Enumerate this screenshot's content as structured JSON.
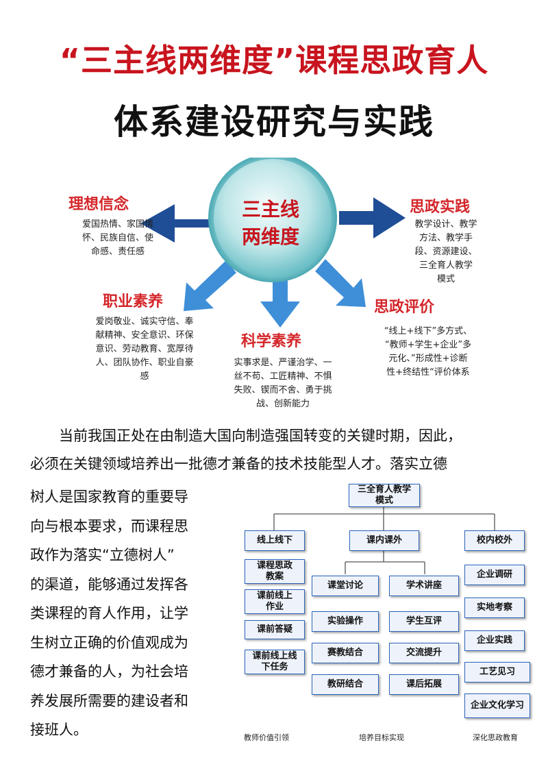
{
  "title": {
    "line1": "“三主线两维度”课程思政育人",
    "line2": "体系建设研究与实践"
  },
  "hub": {
    "center_line1": "三主线",
    "center_line2": "两维度",
    "nodes": [
      {
        "id": "lixiang",
        "title": "理想信念",
        "desc": [
          "爱国热情、家国情",
          "怀、民族自信、使",
          "命感、责任感"
        ]
      },
      {
        "id": "zhiye",
        "title": "职业素养",
        "desc": [
          "爱岗敬业、诚实守信、奉",
          "献精神、安全意识、环保",
          "意识、劳动教育、宽厚待",
          "人、团队协作、职业自豪",
          "感"
        ]
      },
      {
        "id": "kexue",
        "title": "科学素养",
        "desc": [
          "实事求是、严谨治学、一",
          "丝不苟、工匠精神、不惧",
          "失败、锲而不舍、勇于挑",
          "战、创新能力"
        ]
      },
      {
        "id": "shijian",
        "title": "思政实践",
        "desc": [
          "教学设计、教学",
          "方法、教学手",
          "段、资源建设、",
          "三全育人教学",
          "模式"
        ]
      },
      {
        "id": "pingjia",
        "title": "思政评价",
        "desc": [
          "“线上+线下”多方式、",
          "“教师+学生+企业”多",
          "元化、”形成性+诊断",
          "性+终结性“评价体系"
        ]
      }
    ],
    "colors": {
      "arrow_dark": "#1f4e96",
      "arrow_light": "#3f8fd8",
      "title": "#d4262a",
      "center_text": "#c8141e"
    }
  },
  "paragraph": {
    "full_lines": [
      "当前我国正处在由制造大国向制造强国转变的关键时期，因此，",
      "必须在关键领域培养出一批德才兼备的技术技能型人才。落实立德"
    ],
    "side_lines": [
      "树人是国家教育的重要导",
      "向与根本要求，而课程思",
      "政作为落实“立德树人”",
      "的渠道，能够通过发挥各",
      "类课程的育人作用，让学",
      "生树立正确的价值观成为",
      "德才兼备的人，为社会培",
      "养发展所需要的建设者和",
      "接班人。"
    ]
  },
  "org": {
    "root": "三全育人教学模式",
    "branches": [
      {
        "label": "线上线下",
        "items": [
          "课程思政教案",
          "课前线上作业",
          "课前答疑",
          "课前线上线下任务"
        ]
      },
      {
        "label": "课内课外",
        "left_items": [
          "课堂讨论",
          "实验操作",
          "赛教结合",
          "教研结合"
        ],
        "right_items": [
          "学术讲座",
          "学生互评",
          "交流提升",
          "课后拓展"
        ]
      },
      {
        "label": "校内校外",
        "items": [
          "企业调研",
          "实地考察",
          "企业实践",
          "工艺见习",
          "企业文化学习"
        ]
      }
    ],
    "captions": [
      "教师价值引领",
      "培养目标实现",
      "深化思政教育"
    ],
    "colors": {
      "border": "#2a63b8",
      "fill": "#eef3fb",
      "line": "#555555"
    }
  }
}
